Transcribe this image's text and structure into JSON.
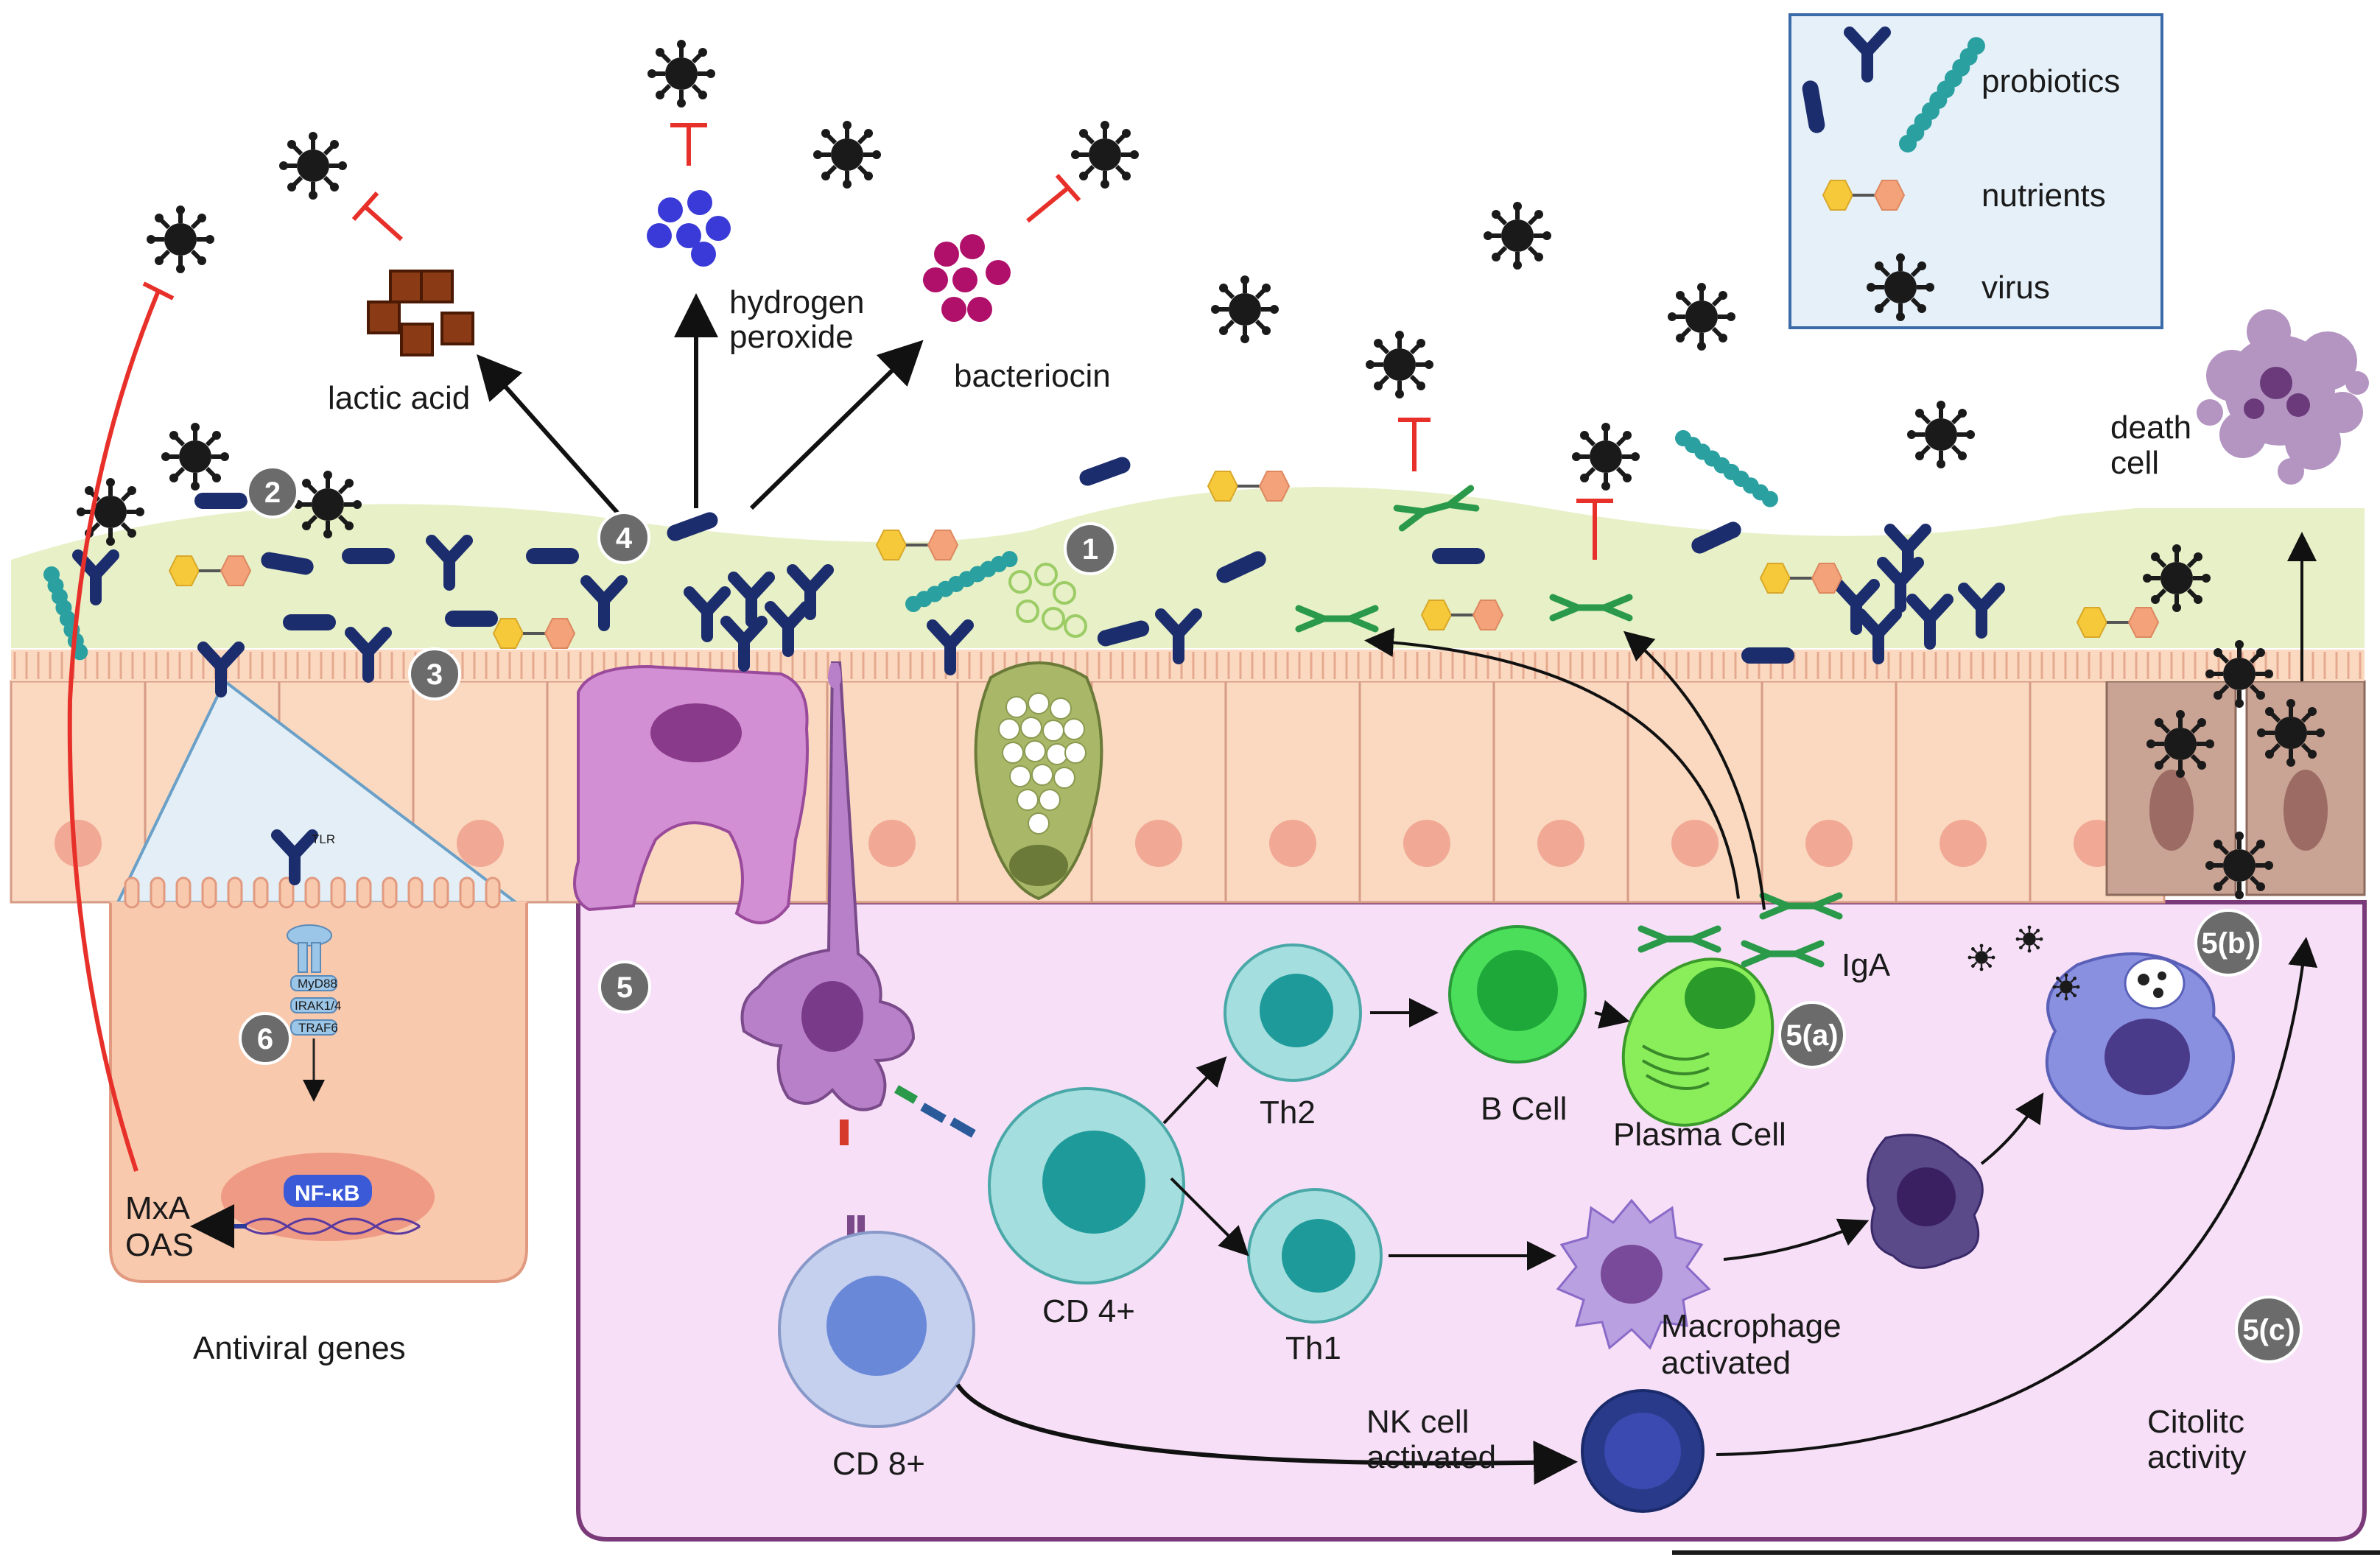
{
  "legend": {
    "probiotics": "probiotics",
    "nutrients": "nutrients",
    "virus": "virus"
  },
  "labels": {
    "lactic_acid": "lactic acid",
    "hydrogen": "hydrogen",
    "peroxide": "peroxide",
    "bacteriocin": "bacteriocin",
    "death": "death",
    "cell": "cell",
    "tlr": "TLR",
    "myd88": "MyD88",
    "irak": "IRAK1/4",
    "traf6": "TRAF6",
    "nfkb": "NF-κB",
    "mxa": "MxA",
    "oas": "OAS",
    "antiviral_genes": "Antiviral genes",
    "th2": "Th2",
    "b_cell": "B Cell",
    "plasma_cell": "Plasma Cell",
    "iga": "IgA",
    "cd4": "CD 4+",
    "th1": "Th1",
    "macrophage": "Macrophage",
    "activated": "activated",
    "cd8": "CD 8+",
    "nk_cell": "NK cell",
    "nk_activated": "activated",
    "citolitc": "Citolitc",
    "activity": "activity"
  },
  "badges": {
    "b1": "1",
    "b2": "2",
    "b3": "3",
    "b4": "4",
    "b5": "5",
    "b5a": "5(a)",
    "b5b": "5(b)",
    "b5c": "5(c)",
    "b6": "6"
  },
  "colors": {
    "mucus": "#e6efc4",
    "epithelium": "#fad9c0",
    "lamina_propria": "#f7e0f7",
    "lamina_border": "#7a3a7a",
    "probiotic_rod": "#1c2d6e",
    "probiotic_chain": "#2aa0a0",
    "virus": "#1a1a1a",
    "inhibit": "#e8302a",
    "igA": "#2a9a4a",
    "badge": "#6b6b6b"
  }
}
